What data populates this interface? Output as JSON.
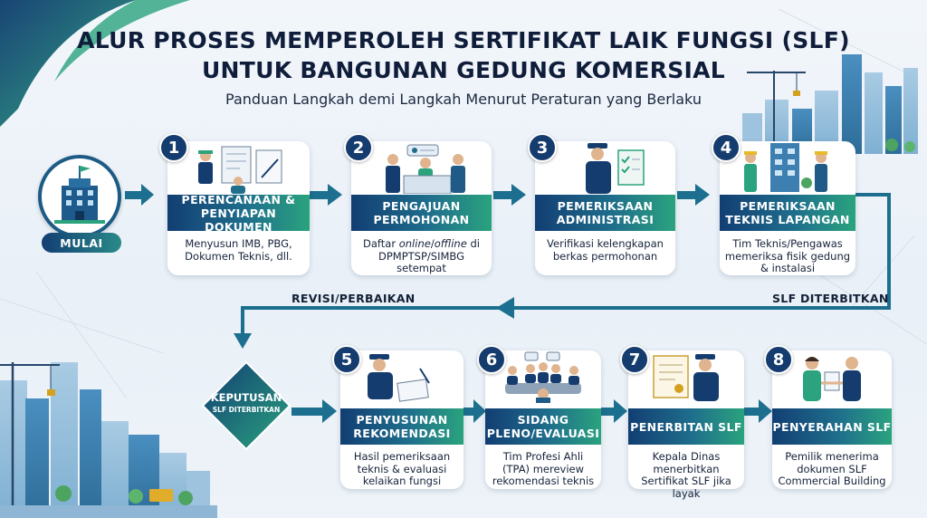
{
  "title_line1": "ALUR PROSES MEMPEROLEH SERTIFIKAT LAIK FUNGSI (SLF)",
  "title_line2": "UNTUK BANGUNAN GEDUNG KOMERSIAL",
  "subtitle": "Panduan Langkah demi Langkah Menurut Peraturan yang Berlaku",
  "start_label": "MULAI",
  "steps": [
    {
      "number": "1",
      "title": "PERENCANAAN & PENYIAPAN DOKUMEN",
      "desc": "Menyusun IMB, PBG, Dokumen Teknis, dll."
    },
    {
      "number": "2",
      "title": "PENGAJUAN PERMOHONAN",
      "desc_parts": [
        "Daftar ",
        "online",
        "/",
        "offline",
        " di DPMPTSP/SIMBG setempat"
      ]
    },
    {
      "number": "3",
      "title": "PEMERIKSAAN ADMINISTRASI",
      "desc": "Verifikasi kelengkapan berkas permohonan"
    },
    {
      "number": "4",
      "title": "PEMERIKSAAN TEKNIS LAPANGAN",
      "desc": "Tim Teknis/Pengawas memeriksa fisik gedung & instalasi"
    },
    {
      "number": "5",
      "title": "PENYUSUNAN REKOMENDASI",
      "desc": "Hasil pemeriksaan teknis & evaluasi kelaikan fungsi"
    },
    {
      "number": "6",
      "title": "SIDANG PLENO/EVALUASI",
      "desc": "Tim Profesi Ahli (TPA) mereview rekomendasi teknis"
    },
    {
      "number": "7",
      "title": "PENERBITAN SLF",
      "desc": "Kepala Dinas menerbitkan Sertifikat SLF jika layak"
    },
    {
      "number": "8",
      "title": "PENYERAHAN SLF",
      "desc": "Pemilik menerima dokumen SLF Commercial Building"
    }
  ],
  "decision": {
    "title": "KEPUTUSAN",
    "subtitle": "SLF DITERBITKAN"
  },
  "flow_labels": {
    "revision": "REVISI/PERBAIKAN",
    "issued": "SLF DITERBITKAN"
  },
  "colors": {
    "navy": "#123e73",
    "teal": "#1f6e8c",
    "green": "#2aa37e",
    "arrow": "#1c6f8e"
  },
  "icons": [
    "building-icon",
    "planning-team-icon",
    "service-desk-icon",
    "officer-checklist-icon",
    "field-inspection-icon",
    "officer-report-icon",
    "meeting-icon",
    "certificate-icon",
    "handshake-icon"
  ]
}
